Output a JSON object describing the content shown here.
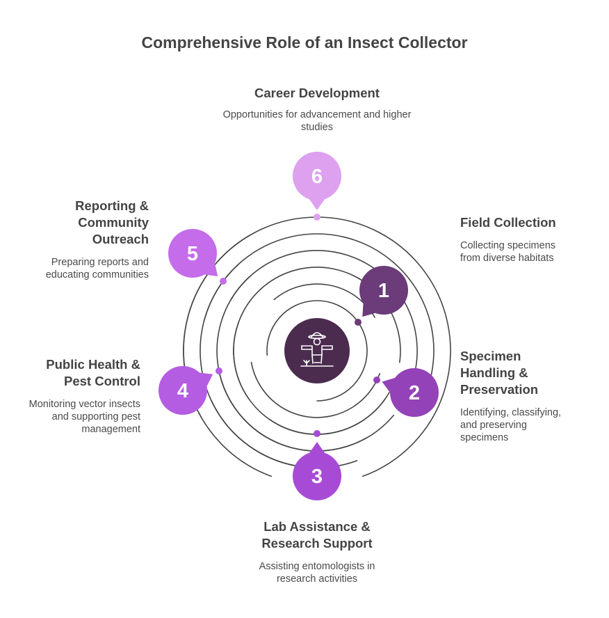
{
  "title": "Comprehensive Role of an Insect Collector",
  "colors": {
    "ring": "#444444",
    "hub": "#4b2c4f",
    "step1": "#6b3b7a",
    "step2": "#9442b8",
    "step3": "#a74bd6",
    "step4": "#b45de2",
    "step5": "#c46ce9",
    "step6": "#dda1f0"
  },
  "center_icon": "farmer-icon",
  "steps": [
    {
      "number": "1",
      "title": "Field Collection",
      "description": "Collecting specimens from diverse habitats"
    },
    {
      "number": "2",
      "title": "Specimen Handling & Preservation",
      "description": "Identifying, classifying, and preserving specimens"
    },
    {
      "number": "3",
      "title": "Lab Assistance & Research Support",
      "description": "Assisting entomologists in research activities"
    },
    {
      "number": "4",
      "title": "Public Health & Pest Control",
      "description": "Monitoring vector insects and supporting pest management"
    },
    {
      "number": "5",
      "title": "Reporting & Community Outreach",
      "description": "Preparing reports and educating communities"
    },
    {
      "number": "6",
      "title": "Career Development",
      "description": "Opportunities for advancement and higher studies"
    }
  ]
}
